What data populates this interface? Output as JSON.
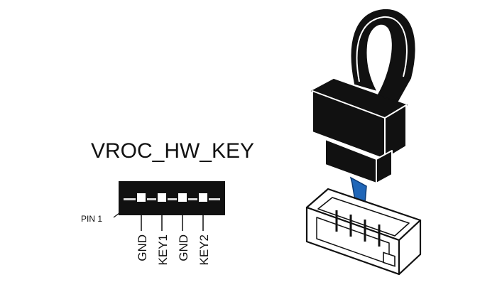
{
  "header": {
    "title": "VROC_HW_KEY"
  },
  "pin_label": "PIN 1",
  "pins": [
    {
      "label": "GND"
    },
    {
      "label": "KEY1"
    },
    {
      "label": "GND"
    },
    {
      "label": "KEY2"
    }
  ],
  "colors": {
    "ink": "#111111",
    "header_fill": "#111111",
    "pin_fill": "#ffffff",
    "arrow_fill": "#1f66b8",
    "connector_fill": "#ffffff"
  },
  "icons": {
    "connector_header": "pin-header-icon",
    "hardware_key": "vroc-hardware-key-icon",
    "insert_arrow": "arrow-down-icon",
    "socket": "socket-connector-icon"
  }
}
